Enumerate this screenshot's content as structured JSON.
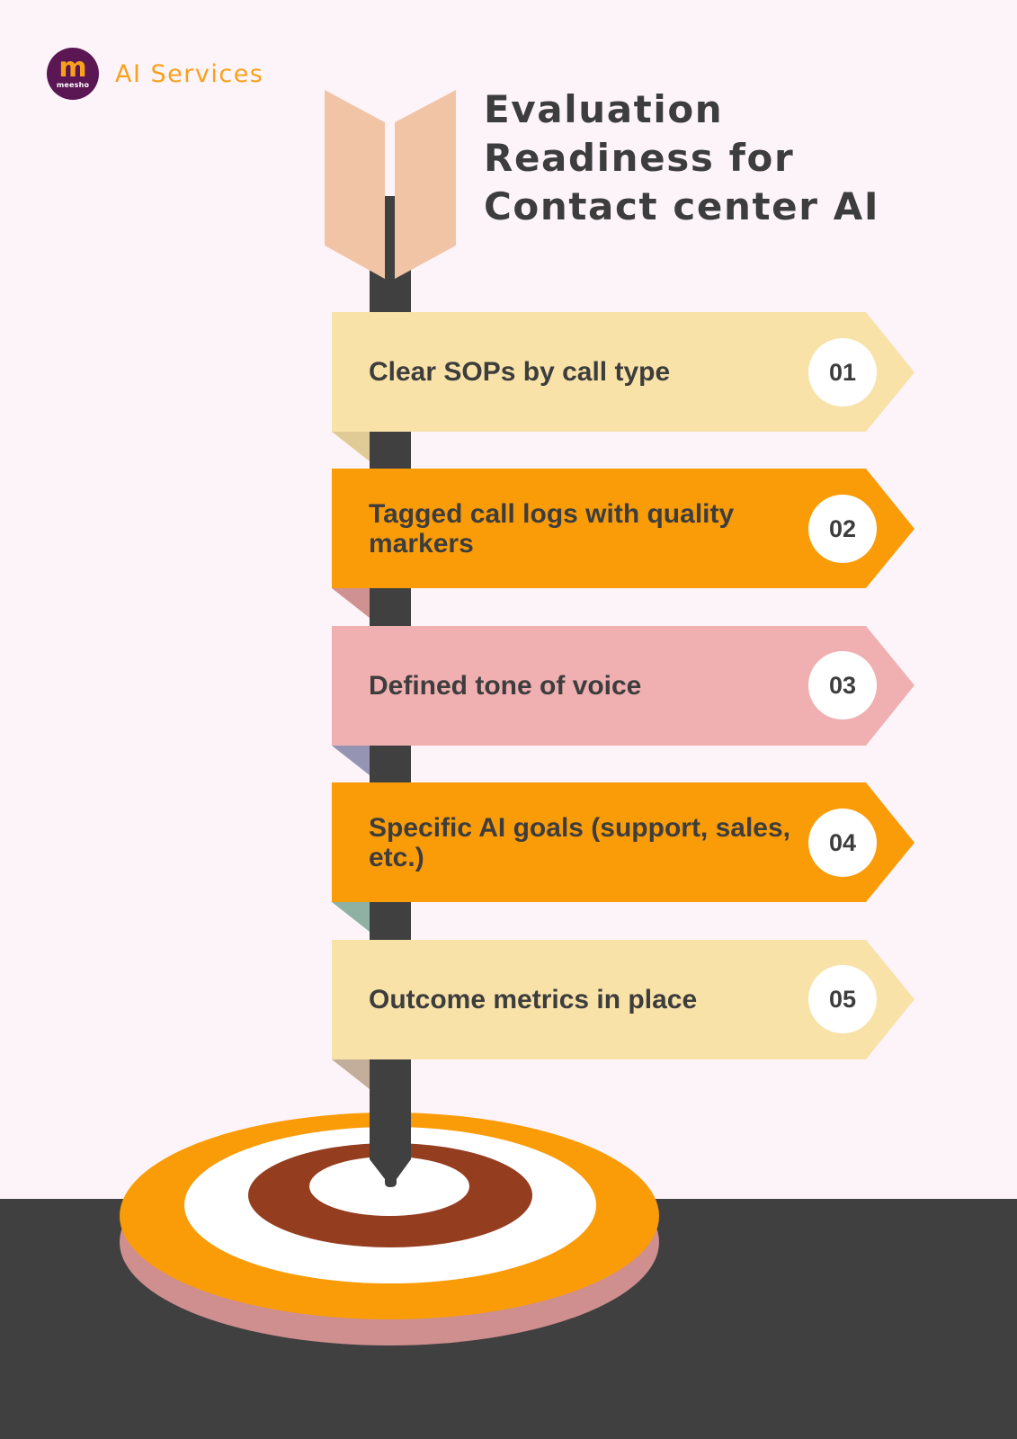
{
  "header": {
    "logo_letter": "m",
    "logo_wordmark": "meesho",
    "brand_label": "AI Services"
  },
  "title": {
    "line1": "Evaluation",
    "line2": "Readiness for",
    "line3": "Contact center AI"
  },
  "steps": [
    {
      "number": "01",
      "label": "Clear SOPs by call type",
      "color": "#f8e2a8",
      "fold_color": "#e0cb96"
    },
    {
      "number": "02",
      "label": "Tagged call logs with quality markers",
      "color": "#fa9c08",
      "fold_color": "#cf9191"
    },
    {
      "number": "03",
      "label": "Defined tone of voice",
      "color": "#f0b0b1",
      "fold_color": "#9594b2"
    },
    {
      "number": "04",
      "label": "Specific AI goals (support, sales, etc.)",
      "color": "#fa9c08",
      "fold_color": "#8fb1a4"
    },
    {
      "number": "05",
      "label": "Outcome metrics in place",
      "color": "#f8e2a8",
      "fold_color": "#c3ae9c"
    }
  ],
  "colors": {
    "background": "#fdf4fa",
    "floor": "#404040",
    "shaft": "#404040",
    "fletching": "#f2c4a6",
    "target_outer": "#fa9c08",
    "target_shadow": "#cf8f8f",
    "target_ring_white": "#ffffff",
    "target_ring_brown": "#953d1f",
    "brand_purple": "#5b1754",
    "brand_orange": "#f9a11b",
    "text_dark": "#3d3d3d"
  }
}
